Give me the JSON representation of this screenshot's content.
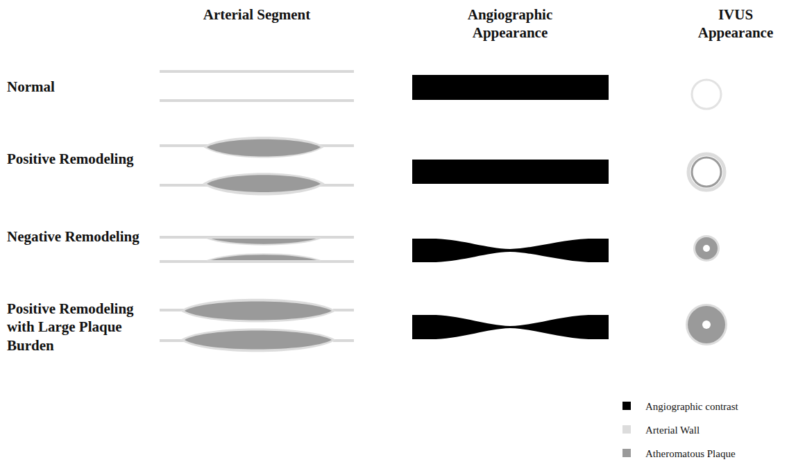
{
  "diagram": {
    "labels": [
      "Arterial Segment",
      "Angiographic Appearance",
      "IVUS Appearance",
      "Normal",
      "Positive Remodeling",
      "Negative Remodeling",
      "Positive Remodeling with Large Plaque Burden"
    ],
    "legend": [
      {
        "text": "Angiographic contrast",
        "color": "#000000"
      },
      {
        "text": "Arterial Wall",
        "color": "#dcdcdc"
      },
      {
        "text": "Atheromatous Plaque",
        "color": "#9a9a9a"
      }
    ]
  }
}
